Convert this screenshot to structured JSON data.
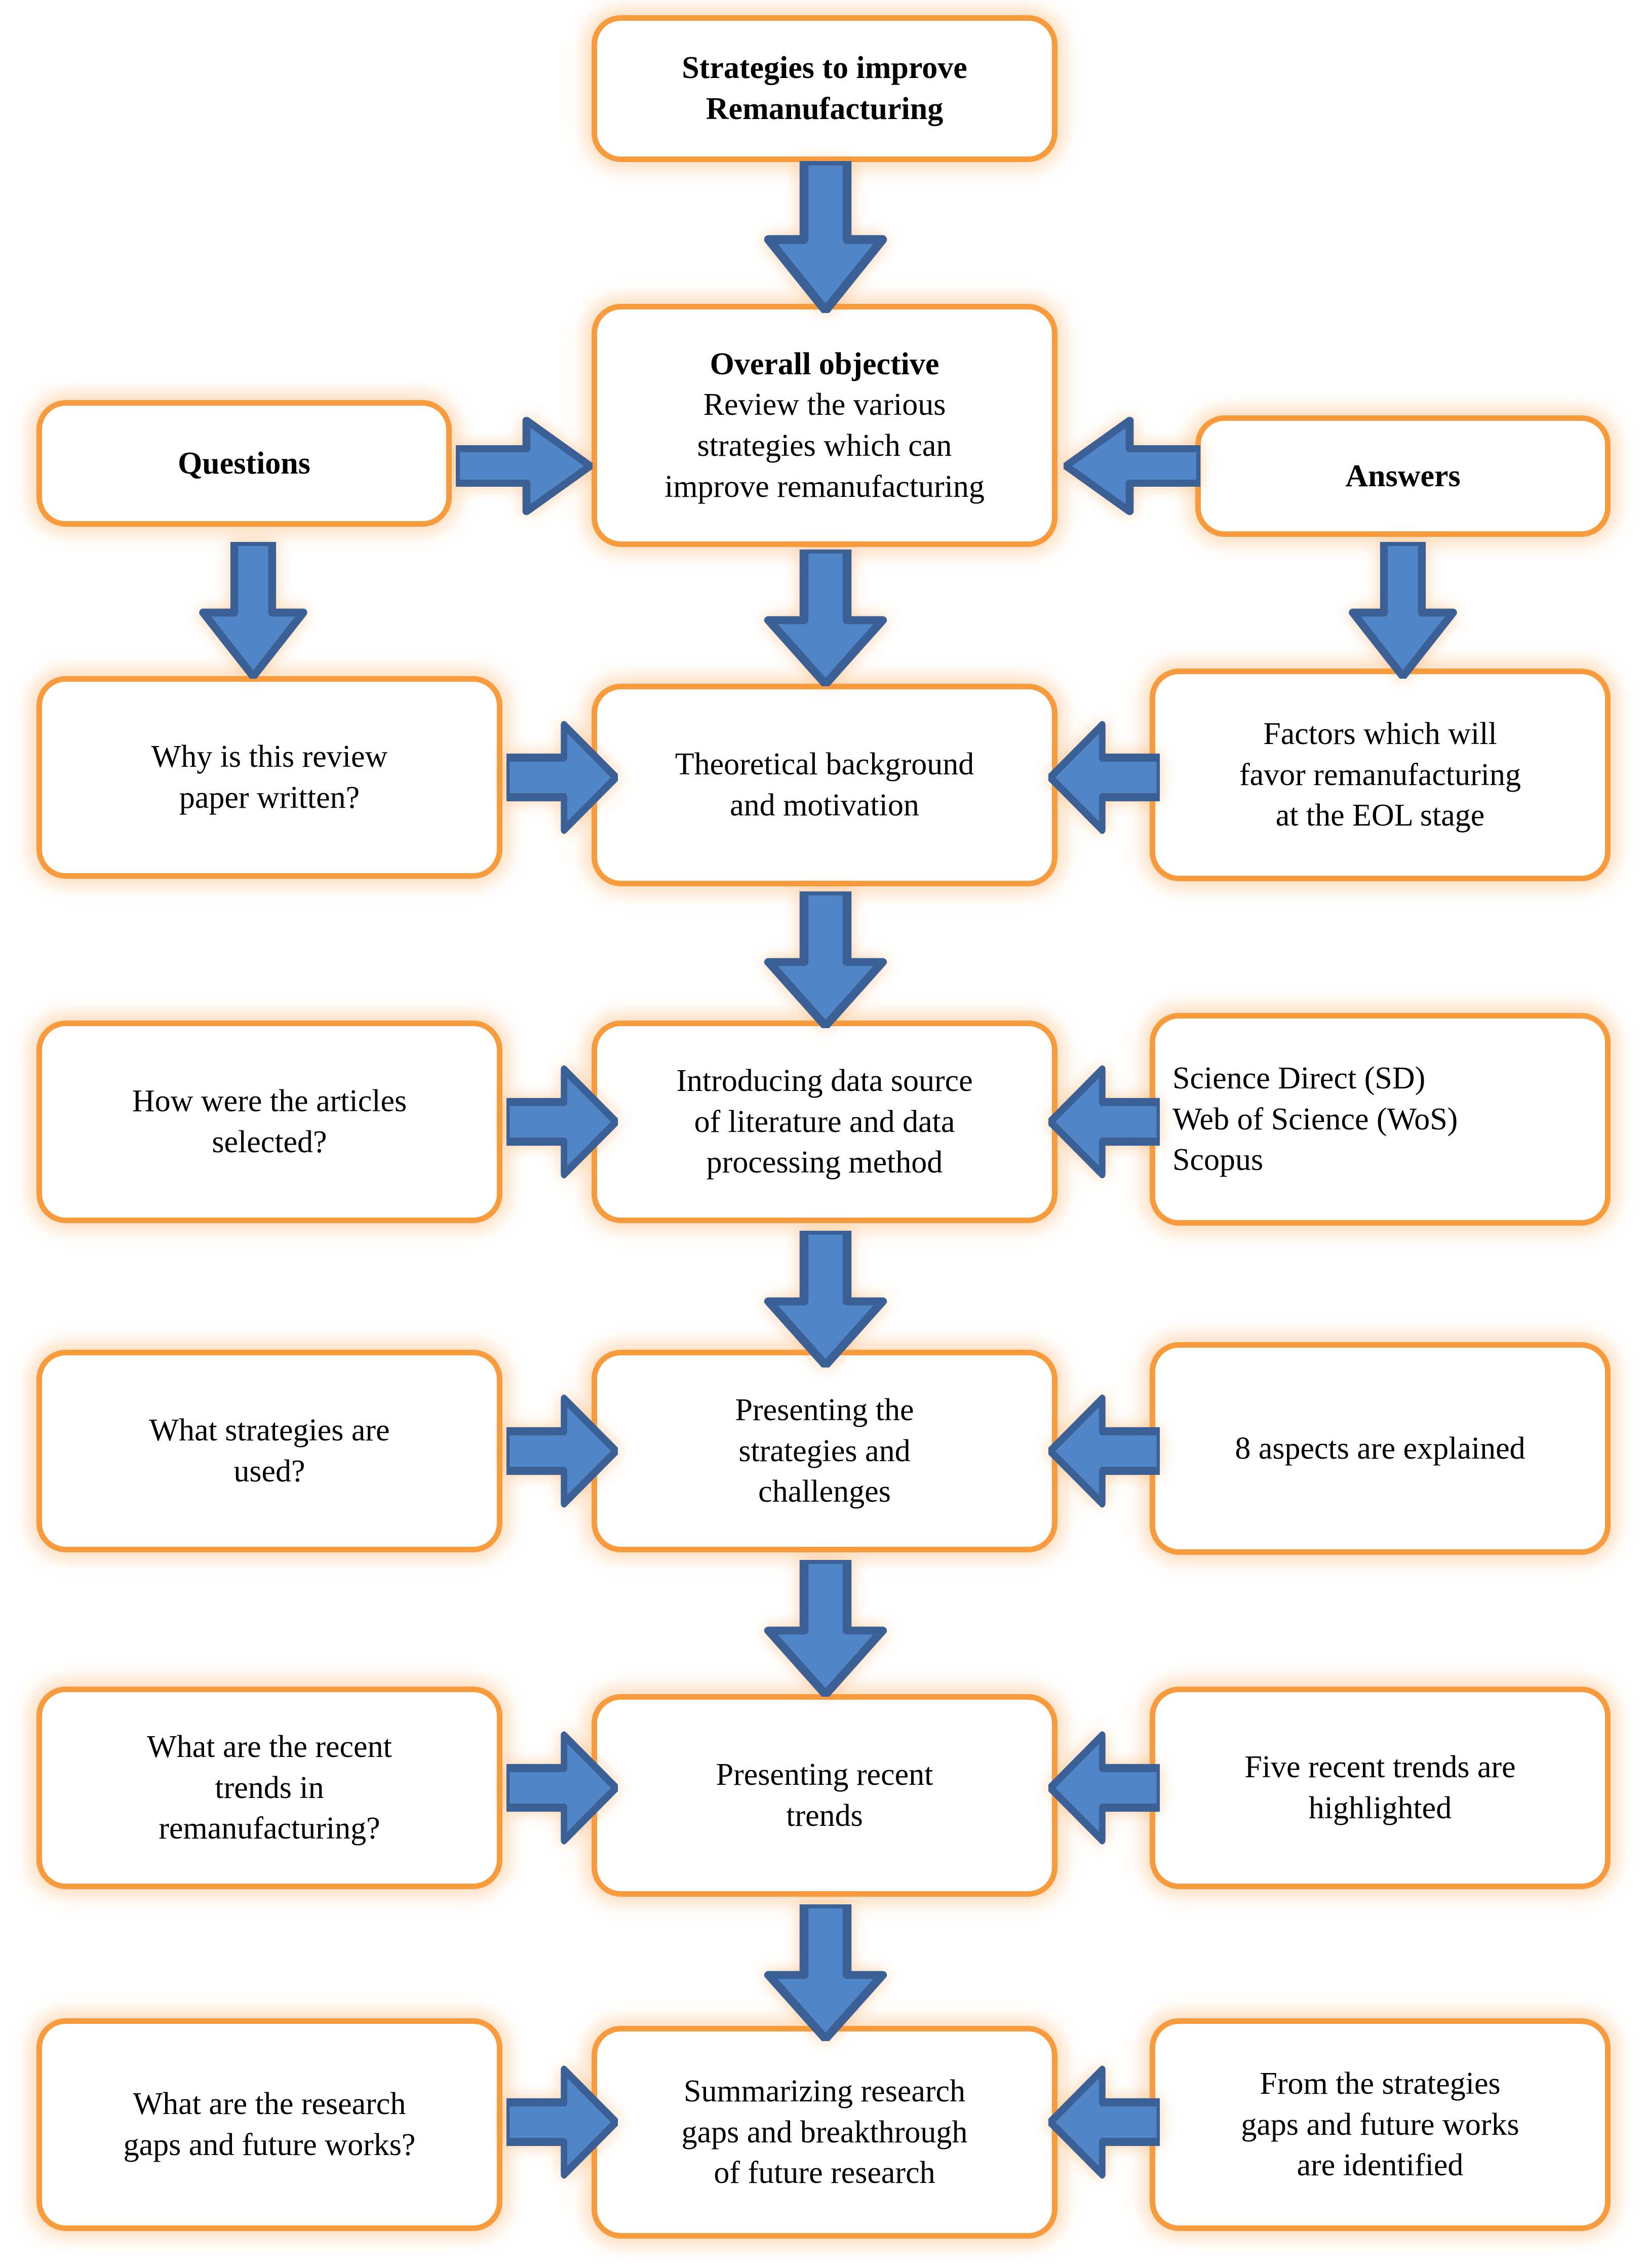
{
  "diagram": {
    "title": "Strategies to improve Remanufacturing flowchart",
    "colors": {
      "node_border": "#F89B3D",
      "node_fill": "#FFFFFF",
      "arrow_fill": "#5086C8",
      "arrow_stroke": "#3A6095",
      "text": "#000000"
    },
    "columns": {
      "left_label": "Questions",
      "right_label": "Answers"
    }
  },
  "nodes": {
    "title_box": {
      "text": "Strategies to improve\nRemanufacturing"
    },
    "questions_box": {
      "text": "Questions"
    },
    "answers_box": {
      "text": "Answers"
    },
    "objective_box": {
      "heading": "Overall objective",
      "body": "Review the various\nstrategies which can\nimprove remanufacturing"
    },
    "rows": [
      {
        "id": "row-theoretical-background",
        "question": "Why is this review\npaper written?",
        "center": "Theoretical background\nand motivation",
        "answer": "Factors which will\nfavor remanufacturing\nat the EOL stage",
        "answer_align": "center"
      },
      {
        "id": "row-data-source",
        "question": "How were the articles\nselected?",
        "center": "Introducing data source\nof literature and data\nprocessing method",
        "answer": "Science Direct (SD)\nWeb of Science (WoS)\nScopus",
        "answer_align": "left"
      },
      {
        "id": "row-strategies-challenges",
        "question": "What strategies are\nused?",
        "center": "Presenting the\nstrategies and\nchallenges",
        "answer": "8 aspects are explained",
        "answer_align": "center"
      },
      {
        "id": "row-recent-trends",
        "question": "What are the recent\ntrends in\nremanufacturing?",
        "center": "Presenting recent\ntrends",
        "answer": "Five recent trends are\nhighlighted",
        "answer_align": "center"
      },
      {
        "id": "row-research-gaps",
        "question": "What are the research\ngaps and future works?",
        "center": "Summarizing research\ngaps and breakthrough\nof future research",
        "answer": "From the strategies\ngaps and future works\nare identified",
        "answer_align": "center"
      }
    ]
  },
  "icons": {
    "arrow_down": "arrow-down-icon",
    "arrow_right": "arrow-right-icon",
    "arrow_left": "arrow-left-icon"
  }
}
